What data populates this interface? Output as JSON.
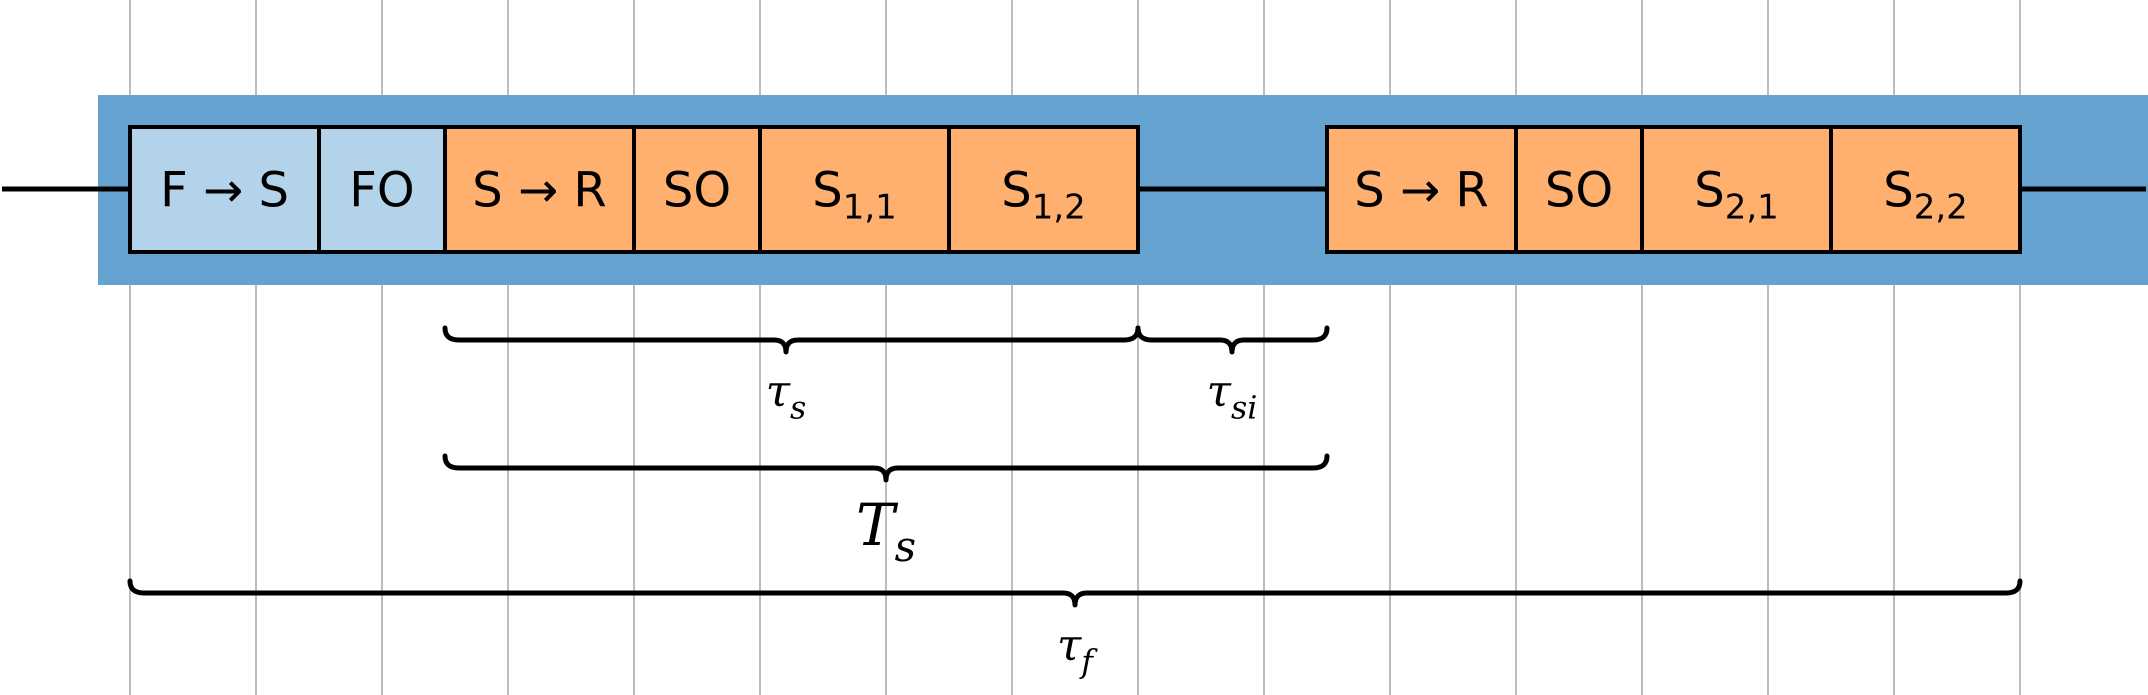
{
  "colors": {
    "frame_bg": "#64a3d0",
    "fs_block": "#b3d3ea",
    "sr_block": "#ffb06f",
    "grid": "#bdbdbd",
    "line": "#000000"
  },
  "blocks": [
    {
      "id": "f-to-s",
      "main": "F → S",
      "sub": "",
      "color": "fs"
    },
    {
      "id": "fo",
      "main": "FO",
      "sub": "",
      "color": "fs"
    },
    {
      "id": "s-to-r-1",
      "main": "S → R",
      "sub": "",
      "color": "sr"
    },
    {
      "id": "so-1",
      "main": "SO",
      "sub": "",
      "color": "sr"
    },
    {
      "id": "s-1-1",
      "main": "S",
      "sub": "1,1",
      "color": "sr"
    },
    {
      "id": "s-1-2",
      "main": "S",
      "sub": "1,2",
      "color": "sr"
    },
    {
      "id": "s-to-r-2",
      "main": "S → R",
      "sub": "",
      "color": "sr"
    },
    {
      "id": "so-2",
      "main": "SO",
      "sub": "",
      "color": "sr"
    },
    {
      "id": "s-2-1",
      "main": "S",
      "sub": "2,1",
      "color": "sr"
    },
    {
      "id": "s-2-2",
      "main": "S",
      "sub": "2,2",
      "color": "sr"
    }
  ],
  "braces": [
    {
      "id": "tau-s",
      "symbol": "τ",
      "sub": "s"
    },
    {
      "id": "tau-si",
      "symbol": "τ",
      "sub": "si"
    },
    {
      "id": "T-s",
      "symbol": "T",
      "sub": "s"
    },
    {
      "id": "tau-f",
      "symbol": "τ",
      "sub": "f"
    }
  ]
}
